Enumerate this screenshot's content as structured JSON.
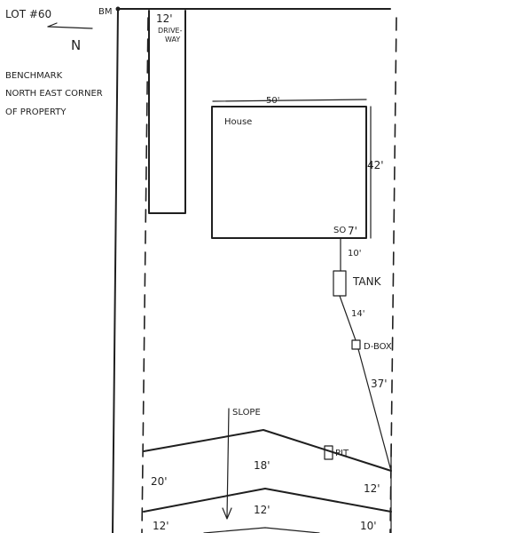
{
  "header": {
    "lot": "LOT #60",
    "bm": "BM",
    "north": "N"
  },
  "benchmark": {
    "line1": "BENCHMARK",
    "line2": "NORTH EAST CORNER",
    "line3": "OF PROPERTY"
  },
  "driveway": {
    "width": "12'",
    "label_line1": "DRIVE-",
    "label_line2": "WAY"
  },
  "house": {
    "label": "House",
    "width": "50'",
    "depth": "42'",
    "corner_code": "SO",
    "offset": "7'"
  },
  "septic": {
    "dist_house_tank": "10'",
    "tank": "TANK",
    "dist_tank_dbox": "14'",
    "dbox": "D-BOX",
    "dist_dbox_field": "37'",
    "slope": "SLOPE",
    "pit": "PIT"
  },
  "field": {
    "row1_left": "20'",
    "row1_mid": "18'",
    "row1_right": "12'",
    "row2_left": "12'",
    "row2_mid": "12'",
    "row2_right": "10'"
  },
  "colors": {
    "ink": "#1f1f1f",
    "paper": "#ffffff"
  }
}
